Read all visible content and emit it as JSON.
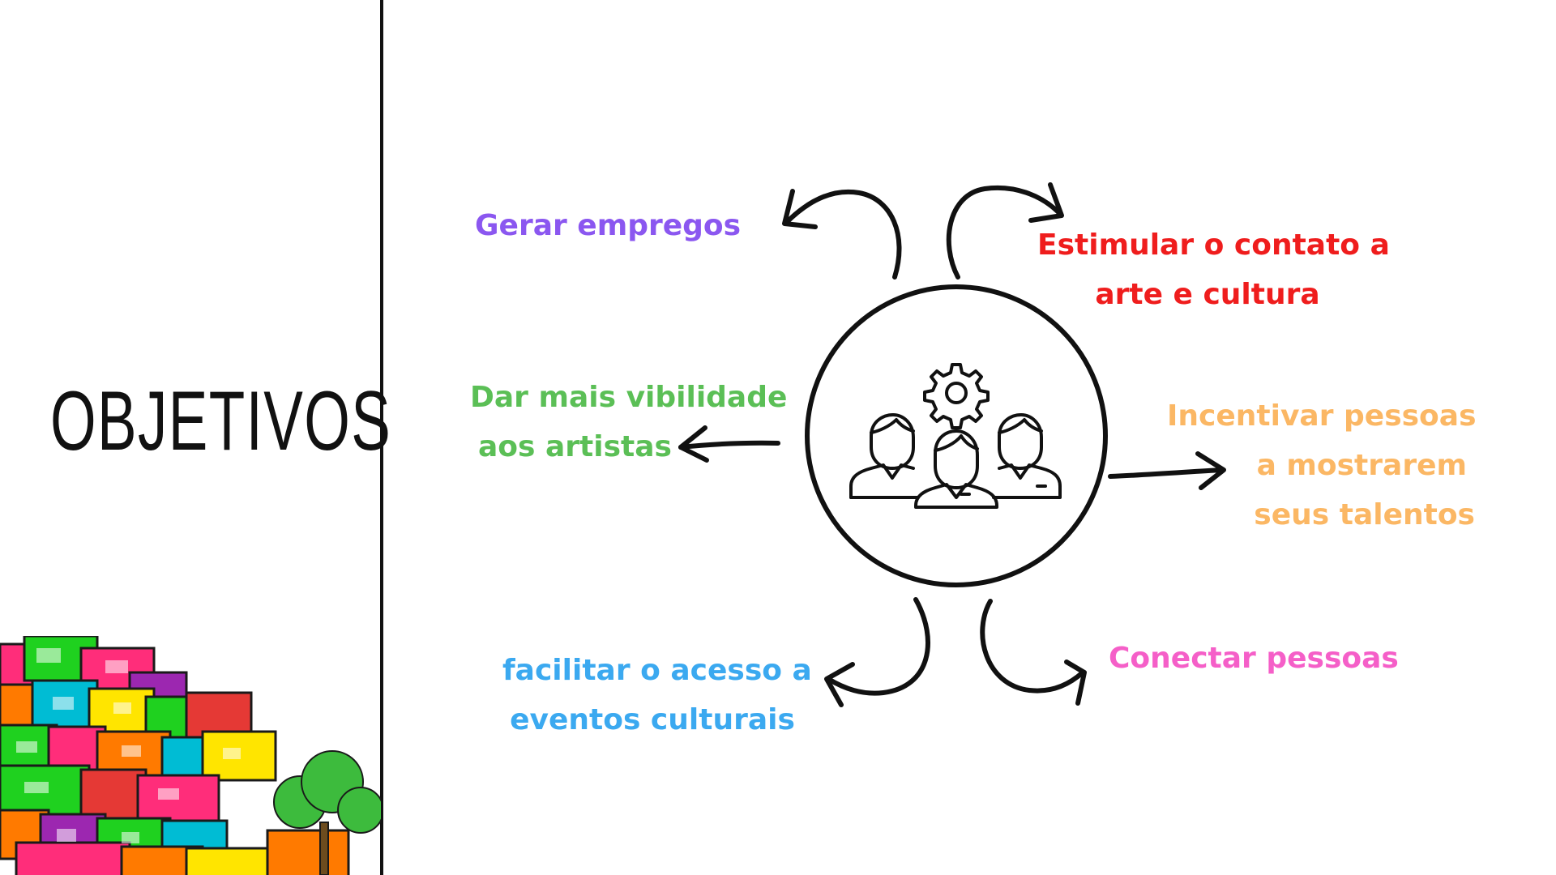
{
  "slide": {
    "title": "OBJETIVOS"
  },
  "objectives": [
    {
      "id": "gerar-empregos",
      "lines": [
        "Gerar empregos"
      ],
      "color": "#8b57f0"
    },
    {
      "id": "estimular-contato",
      "lines": [
        "Estimular o contato a",
        "arte e cultura"
      ],
      "color": "#ef1d1d"
    },
    {
      "id": "dar-visibilidade",
      "lines": [
        "Dar mais vibilidade",
        "aos artistas"
      ],
      "color": "#5bbf56"
    },
    {
      "id": "incentivar-pessoas",
      "lines": [
        "Incentivar  pessoas",
        " a  mostrarem",
        "seus talentos"
      ],
      "color": "#fbb764"
    },
    {
      "id": "facilitar-acesso",
      "lines": [
        "facilitar o acesso a",
        "eventos culturais"
      ],
      "color": "#3ba9f0"
    },
    {
      "id": "conectar-pessoas",
      "lines": [
        "Conectar pessoas"
      ],
      "color": "#f55fc8"
    }
  ],
  "center": {
    "icon": "team-gear-icon"
  },
  "decoration": {
    "image": "colorful-favela-houses-illustration",
    "colors": [
      "#ff2d7a",
      "#1fd11f",
      "#ffe500",
      "#ff7a00",
      "#00bcd4",
      "#9c27b0",
      "#e53935"
    ]
  }
}
